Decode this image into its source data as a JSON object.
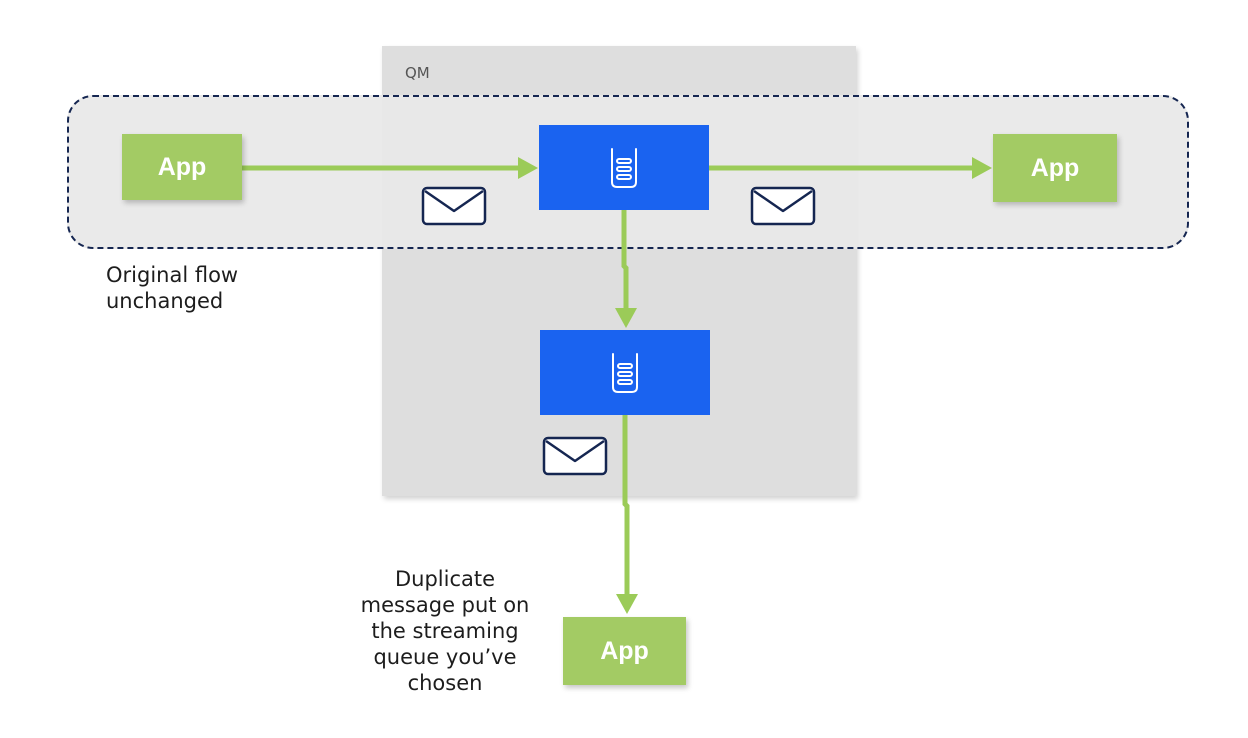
{
  "diagram": {
    "queue_manager_label": "QM",
    "apps": {
      "sender": "App",
      "receiver": "App",
      "stream_consumer": "App"
    },
    "captions": {
      "original_flow": [
        "Original flow",
        "unchanged"
      ],
      "duplicate_flow": [
        "Duplicate",
        "message put on",
        "the streaming",
        "queue you’ve",
        "chosen"
      ]
    },
    "icons": {
      "queue": "queue-icon",
      "message": "envelope-icon"
    },
    "colors": {
      "app": "#a3cb64",
      "queue": "#1a63f0",
      "connector": "#9bcb58",
      "region_border": "#152651",
      "qm_background": "#dedede",
      "envelope_stroke": "#152651"
    }
  }
}
